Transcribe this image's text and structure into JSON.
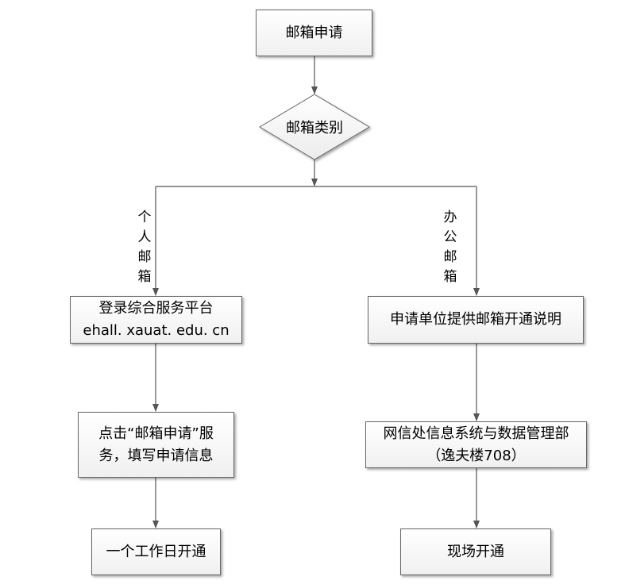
{
  "flowchart": {
    "start": {
      "label": "邮箱申请"
    },
    "decision": {
      "label": "邮箱类别"
    },
    "branches": {
      "personal": {
        "label_chars": [
          "个",
          "人",
          "邮",
          "箱"
        ],
        "steps": [
          {
            "line1": "登录综合服务平台",
            "line2": "ehall. xauat. edu. cn"
          },
          {
            "line1": "点击“邮箱申请”服",
            "line2": "务，填写申请信息"
          },
          {
            "line1": "一个工作日开通"
          }
        ]
      },
      "office": {
        "label_chars": [
          "办",
          "公",
          "邮",
          "箱"
        ],
        "steps": [
          {
            "line1": "申请单位提供邮箱开通说明"
          },
          {
            "line1": "网信处信息系统与数据管理部",
            "line2": "（逸夫楼708）"
          },
          {
            "line1": "现场开通"
          }
        ]
      }
    }
  }
}
